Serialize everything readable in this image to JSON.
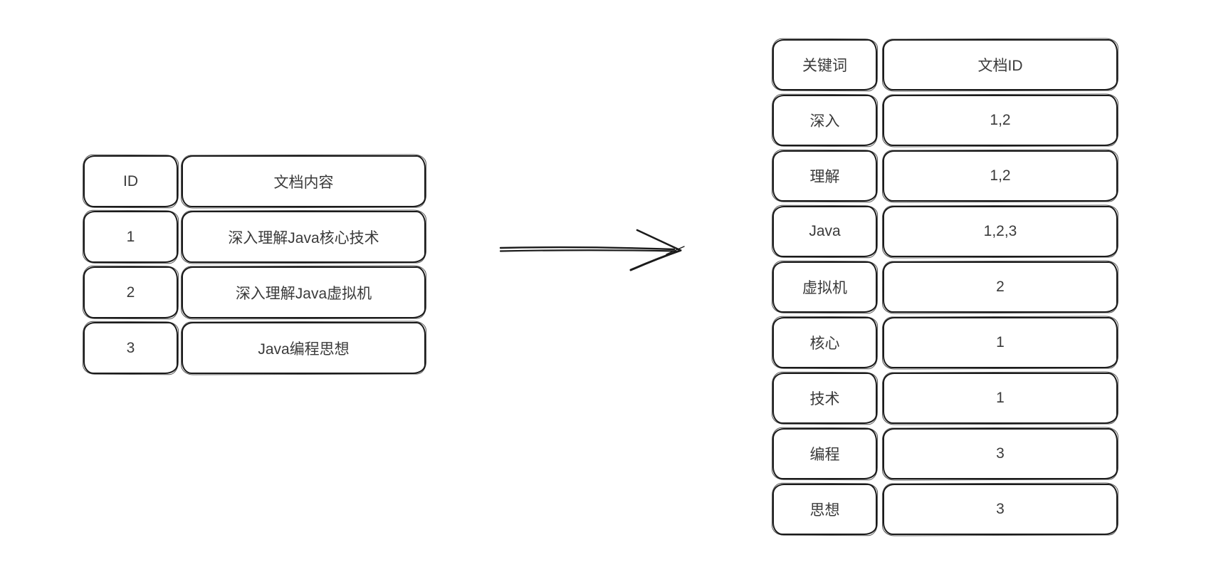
{
  "left_table": {
    "headers": [
      "ID",
      "文档内容"
    ],
    "rows": [
      {
        "id": "1",
        "content": "深入理解Java核心技术"
      },
      {
        "id": "2",
        "content": "深入理解Java虚拟机"
      },
      {
        "id": "3",
        "content": "Java编程思想"
      }
    ]
  },
  "right_table": {
    "headers": [
      "关键词",
      "文档ID"
    ],
    "rows": [
      {
        "keyword": "深入",
        "doc_ids": "1,2"
      },
      {
        "keyword": "理解",
        "doc_ids": "1,2"
      },
      {
        "keyword": "Java",
        "doc_ids": "1,2,3"
      },
      {
        "keyword": "虚拟机",
        "doc_ids": "2"
      },
      {
        "keyword": "核心",
        "doc_ids": "1"
      },
      {
        "keyword": "技术",
        "doc_ids": "1"
      },
      {
        "keyword": "编程",
        "doc_ids": "3"
      },
      {
        "keyword": "思想",
        "doc_ids": "3"
      }
    ]
  },
  "arrow": {
    "direction": "right"
  },
  "colors": {
    "stroke": "#1b1b1b",
    "text": "#3a3a3a",
    "background": "#ffffff"
  }
}
